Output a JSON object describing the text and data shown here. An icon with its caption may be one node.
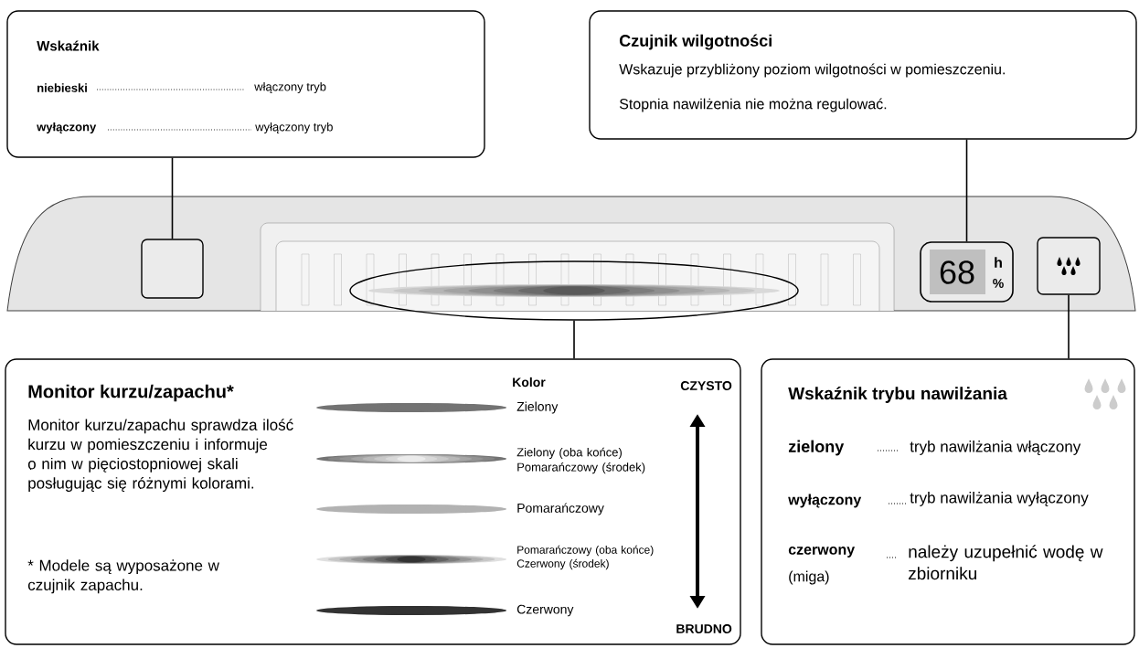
{
  "diagram": {
    "nodes": [
      {
        "text": [
          "Wskaźnik",
          "niebieski",
          "włączony tryb",
          "wyłączony",
          "wyłączony tryb"
        ]
      },
      {
        "text": [],
        "shape": "box"
      },
      {
        "text": [
          "Czujnik wilgotności",
          "Wskazuje przybliżony poziom wilgotności w pomieszczeniu.",
          "Stopnia nawilżenia nie można regulować."
        ]
      },
      {
        "text": [
          "68",
          "h",
          "%"
        ]
      },
      {
        "text": [],
        "shape": "box"
      },
      {
        "text": [],
        "shape": "ellipse"
      },
      {
        "text": [
          "Monitor kurzu/zapachu*",
          "Monitor kurzu/zapachu sprawdza ilość kurzu w pomieszczeniu i informuje o nim w pięciostopniowej skali posługując się różnymi kolorami.",
          "* Modele są wyposażone w czujnik zapachu.",
          "Kolor",
          "Zielony",
          "Zielony (oba końce) Pomarańczowy (środek)",
          "Pomarańczowy",
          "Pomarańczowy (oba końce) Czerwony (środek)",
          "Czerwony",
          "CZYSTO",
          "BRUDNO"
        ]
      },
      {
        "text": [
          "Wskaźnik trybu nawilżania",
          "zielony",
          "tryb nawilżania włączony",
          "wyłączony",
          "tryb nawilżania wyłączony",
          "czerwony",
          "(miga)",
          "należy uzupełnić wodę w zbiorniku"
        ]
      }
    ],
    "edges": [
      {
        "from": 0,
        "to": 1,
        "arrow": "none"
      },
      {
        "from": 2,
        "to": 3,
        "arrow": "none"
      },
      {
        "from": 6,
        "to": 5,
        "arrow": "none"
      },
      {
        "from": 7,
        "to": 4,
        "arrow": "none"
      }
    ]
  }
}
